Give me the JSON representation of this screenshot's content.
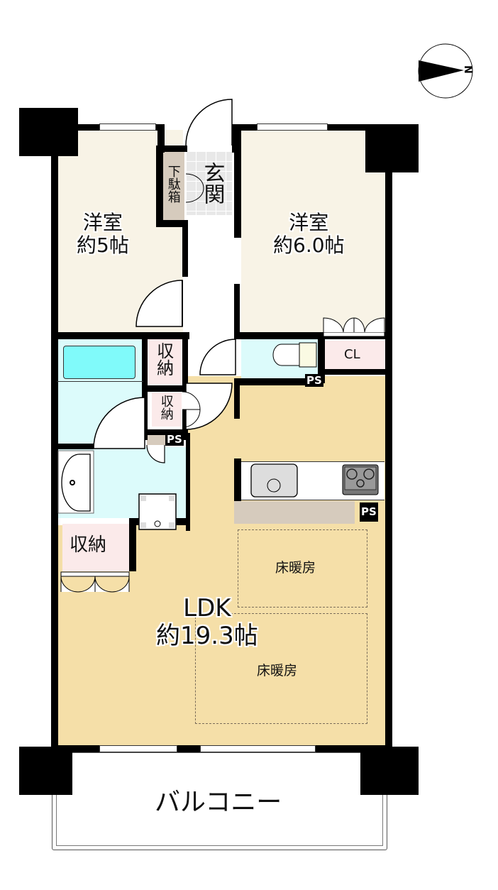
{
  "floorplan": {
    "compass": {
      "label": "N",
      "icon": "compass-icon"
    },
    "rooms": {
      "western_room_1": {
        "name": "洋室",
        "size": "約5帖"
      },
      "western_room_2": {
        "name": "洋室",
        "size": "約6.0帖"
      },
      "entrance": {
        "name": "玄関"
      },
      "shoe_cabinet": {
        "name": "下駄箱"
      },
      "storage_1": {
        "name": "収納"
      },
      "storage_2": {
        "name": "収納"
      },
      "storage_3": {
        "name": "収納"
      },
      "closet": {
        "name": "CL"
      },
      "ldk": {
        "name": "LDK",
        "size": "約19.3帖"
      },
      "floor_heating_1": {
        "name": "床暖房"
      },
      "floor_heating_2": {
        "name": "床暖房"
      },
      "balcony": {
        "name": "バルコニー"
      }
    },
    "pipe_spaces": [
      "PS",
      "PS",
      "PS"
    ],
    "colors": {
      "wall": "#000000",
      "bedroom_floor": "#f8f3e6",
      "ldk_floor": "#f5dfa8",
      "wet_area": "#dcfbfb",
      "bathtub": "#80fafa",
      "storage": "#fbeaea",
      "shoe_cabinet": "#d6cbbd",
      "entrance_tile": "#e6e6e6",
      "counter": "#d6cbbd"
    }
  }
}
